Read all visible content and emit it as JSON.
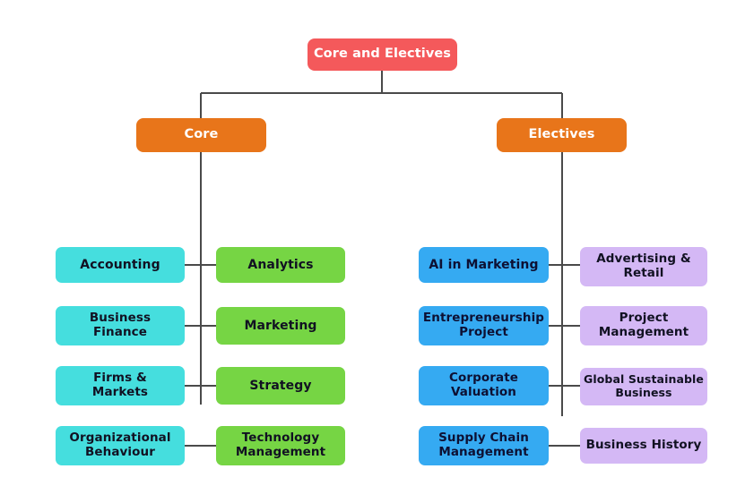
{
  "chart_data": {
    "type": "diagram",
    "diagram_type": "hierarchy-tree",
    "title": "Core and Electives",
    "root": {
      "label": "Core and Electives",
      "color": "#f4595b",
      "text_color": "#ffffff"
    },
    "branches": [
      {
        "id": "core",
        "label": "Core",
        "color": "#e8751a",
        "text_color": "#ffffff",
        "rows": [
          {
            "left": "Accounting",
            "right": "Analytics"
          },
          {
            "left": "Business\nFinance",
            "right": "Marketing"
          },
          {
            "left": "Firms &\nMarkets",
            "right": "Strategy"
          },
          {
            "left": "Organizational\nBehaviour",
            "right": "Technology\nManagement"
          }
        ],
        "left_color": "#45dede",
        "right_color": "#76d544"
      },
      {
        "id": "electives",
        "label": "Electives",
        "color": "#e8751a",
        "text_color": "#ffffff",
        "rows": [
          {
            "left": "AI in Marketing",
            "right": "Advertising &\nRetail"
          },
          {
            "left": "Entrepreneurship\nProject",
            "right": "Project\nManagement"
          },
          {
            "left": "Corporate\nValuation",
            "right": "Global Sustainable\nBusiness"
          },
          {
            "left": "Supply Chain\nManagement",
            "right": "Business History"
          }
        ],
        "left_color": "#35aaf2",
        "right_color": "#d4b8f5"
      }
    ],
    "connector_color": "#4a4a4a",
    "background": "#ffffff"
  },
  "nodes": {
    "root": "Core and Electives",
    "core": "Core",
    "electives": "Electives",
    "core_left": {
      "r1": "Accounting",
      "r2": "Business\nFinance",
      "r3": "Firms &\nMarkets",
      "r4": "Organizational\nBehaviour"
    },
    "core_right": {
      "r1": "Analytics",
      "r2": "Marketing",
      "r3": "Strategy",
      "r4": "Technology\nManagement"
    },
    "electives_left": {
      "r1": "AI in Marketing",
      "r2": "Entrepreneurship\nProject",
      "r3": "Corporate\nValuation",
      "r4": "Supply Chain\nManagement"
    },
    "electives_right": {
      "r1": "Advertising &\nRetail",
      "r2": "Project\nManagement",
      "r3": "Global Sustainable\nBusiness",
      "r4": "Business History"
    }
  }
}
